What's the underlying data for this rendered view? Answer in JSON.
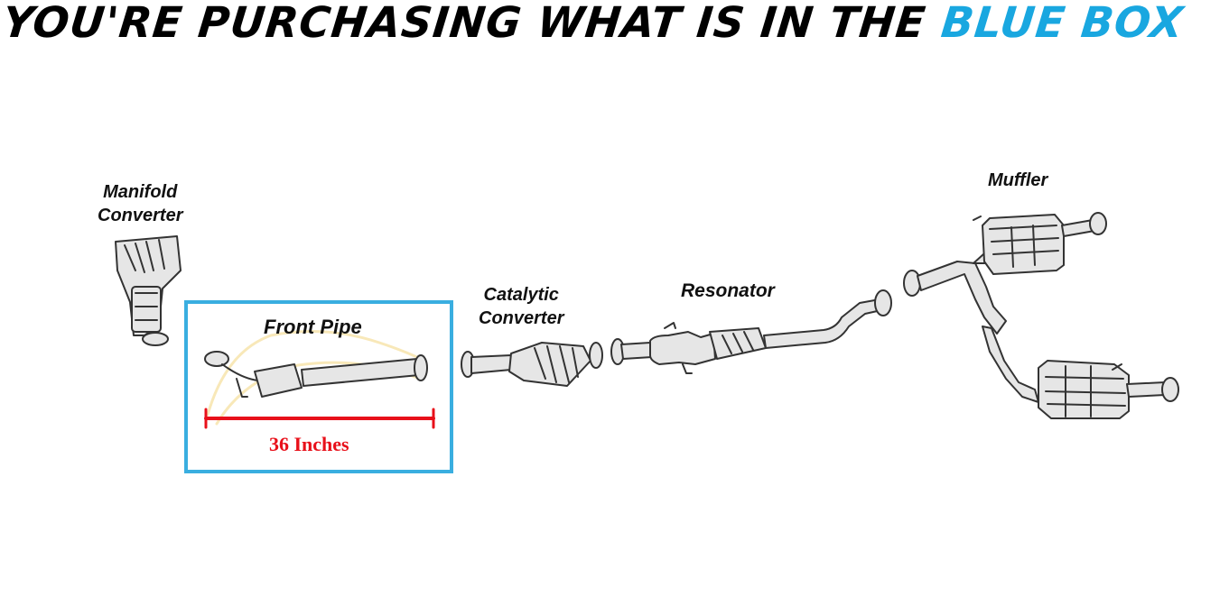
{
  "headline": {
    "prefix": "YOU'RE PURCHASING WHAT IS IN THE ",
    "highlight": "BLUE BOX"
  },
  "labels": {
    "manifold_line1": "Manifold",
    "manifold_line2": "Converter",
    "front_pipe": "Front Pipe",
    "catalytic_line1": "Catalytic",
    "catalytic_line2": "Converter",
    "resonator": "Resonator",
    "muffler": "Muffler"
  },
  "measurement": {
    "text": "36 Inches"
  },
  "colors": {
    "highlight": "#19a7e0",
    "box_border": "#3aaee0",
    "measure": "#e8101a",
    "line": "#333333",
    "part_fill": "#e6e6e6"
  }
}
